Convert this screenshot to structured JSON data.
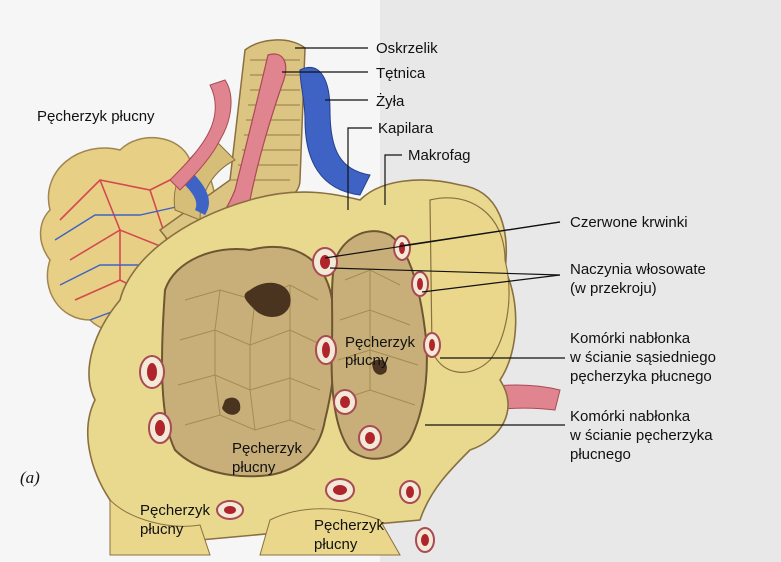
{
  "figure": {
    "panel_label": "(a)",
    "labels": {
      "oskrzelik": "Oskrzelik",
      "tetnica": "Tętnica",
      "zyla": "Żyła",
      "kapilara": "Kapilara",
      "makrofag": "Makrofag",
      "pecherzyk_plucny_top": "Pęcherzyk płucny",
      "czerwone_krwinki": "Czerwone krwinki",
      "naczynia_line1": "Naczynia włosowate",
      "naczynia_line2": "(w przekroju)",
      "komorki_sasiedni_line1": "Komórki nabłonka",
      "komorki_sasiedni_line2": "w ścianie sąsiedniego",
      "komorki_sasiedni_line3": "pęcherzyka płucnego",
      "komorki_line1": "Komórki nabłonka",
      "komorki_line2": "w ścianie pęcherzyka",
      "komorki_line3": "płucnego",
      "inner_right_line1": "Pęcherzyk",
      "inner_right_line2": "płucny",
      "inner_left_line1": "Pęcherzyk",
      "inner_left_line2": "płucny",
      "bottom_left_line1": "Pęcherzyk",
      "bottom_left_line2": "płucny",
      "bottom_mid_line1": "Pęcherzyk",
      "bottom_mid_line2": "płucny"
    },
    "colors": {
      "alveolus_wall": "#e9d98f",
      "alveolus_cut": "#b39a68",
      "alveolus_inner": "#c8ae78",
      "artery": "#e0848f",
      "vein": "#3f63c4",
      "red_cell": "#b0242e",
      "bronchiole": "#d8c27d",
      "background_page": "#e6e6e6"
    }
  }
}
